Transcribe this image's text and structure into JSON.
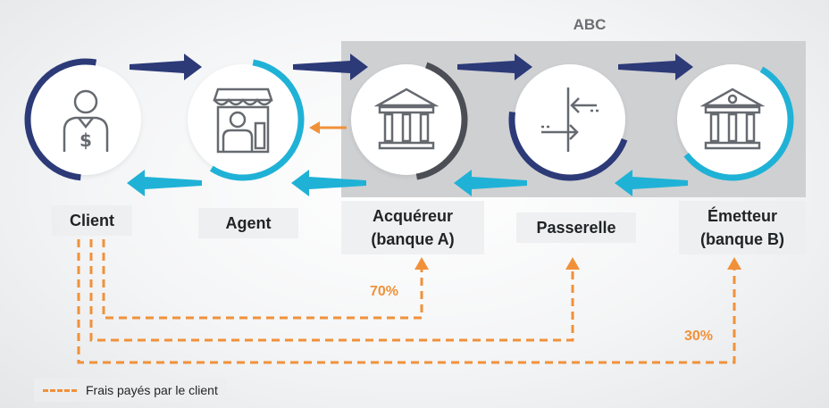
{
  "group_label": "ABC",
  "nodes": {
    "client": "Client",
    "agent": "Agent",
    "acquereur_line1": "Acquéreur",
    "acquereur_line2": "(banque A)",
    "passerelle": "Passerelle",
    "emetteur_line1": "Émetteur",
    "emetteur_line2": "(banque B)"
  },
  "fees": {
    "acquirer_share": "70%",
    "issuer_share": "30%"
  },
  "legend": {
    "label": "Frais payés par le client"
  },
  "colors": {
    "navy": "#2c3a78",
    "cyan": "#1fb2d6",
    "orange": "#f0913a",
    "gray_box": "#cfd0d2"
  },
  "icons": [
    "person-dollar-icon",
    "shopkeeper-icon",
    "bank-icon",
    "gateway-arrows-icon",
    "bank-icon"
  ]
}
